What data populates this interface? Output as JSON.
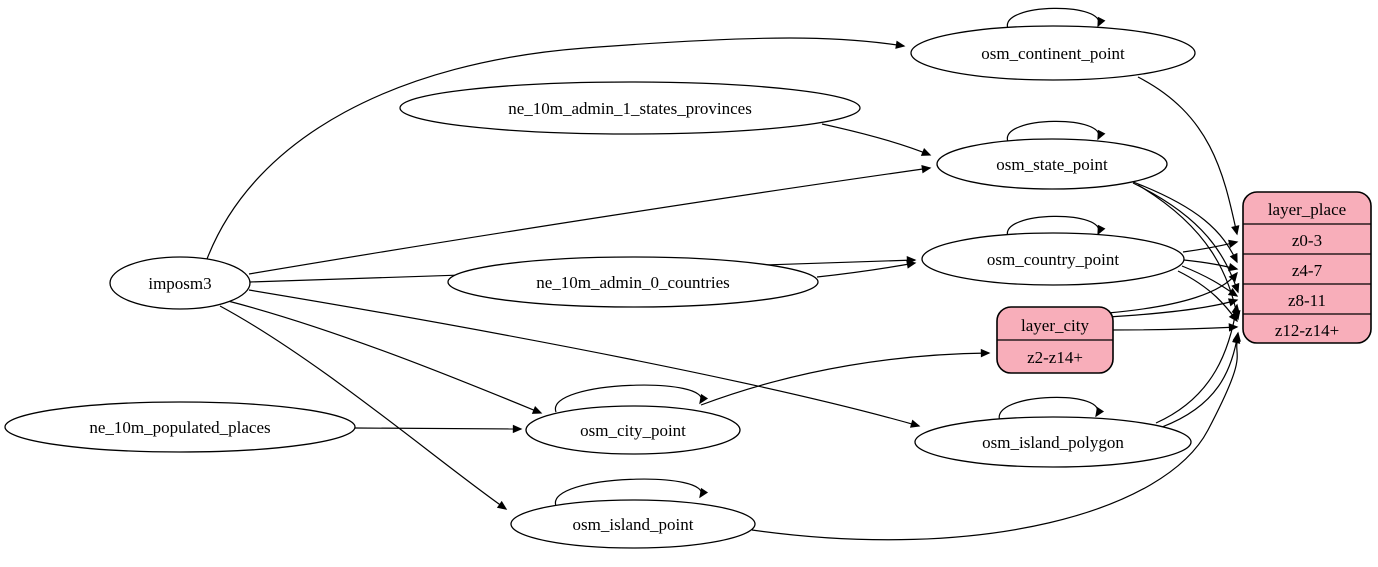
{
  "diagram": {
    "title": "place layer ETL graph",
    "type": "directed-graph",
    "background_color": "#ffffff",
    "edge_color": "#000000",
    "table_node_fill": "#ffffff",
    "layer_node_fill": "#f8aeba",
    "nodes": {
      "imposm3": {
        "label": "imposm3",
        "shape": "ellipse"
      },
      "ne_10m_admin_1_states_provinces": {
        "label": "ne_10m_admin_1_states_provinces",
        "shape": "ellipse"
      },
      "ne_10m_admin_0_countries": {
        "label": "ne_10m_admin_0_countries",
        "shape": "ellipse"
      },
      "ne_10m_populated_places": {
        "label": "ne_10m_populated_places",
        "shape": "ellipse"
      },
      "osm_continent_point": {
        "label": "osm_continent_point",
        "shape": "ellipse"
      },
      "osm_state_point": {
        "label": "osm_state_point",
        "shape": "ellipse"
      },
      "osm_country_point": {
        "label": "osm_country_point",
        "shape": "ellipse"
      },
      "osm_city_point": {
        "label": "osm_city_point",
        "shape": "ellipse"
      },
      "osm_island_point": {
        "label": "osm_island_point",
        "shape": "ellipse"
      },
      "osm_island_polygon": {
        "label": "osm_island_polygon",
        "shape": "ellipse"
      },
      "layer_place": {
        "title": "layer_place",
        "rows": [
          "z0-3",
          "z4-7",
          "z8-11",
          "z12-z14+"
        ],
        "shape": "record"
      },
      "layer_city": {
        "title": "layer_city",
        "rows": [
          "z2-z14+"
        ],
        "shape": "record"
      }
    },
    "edges": [
      {
        "from": "imposm3",
        "to": "osm_continent_point"
      },
      {
        "from": "imposm3",
        "to": "osm_state_point"
      },
      {
        "from": "imposm3",
        "to": "osm_country_point"
      },
      {
        "from": "imposm3",
        "to": "osm_city_point"
      },
      {
        "from": "imposm3",
        "to": "osm_island_point"
      },
      {
        "from": "imposm3",
        "to": "osm_island_polygon"
      },
      {
        "from": "ne_10m_admin_1_states_provinces",
        "to": "osm_state_point"
      },
      {
        "from": "ne_10m_admin_0_countries",
        "to": "osm_country_point"
      },
      {
        "from": "ne_10m_populated_places",
        "to": "osm_city_point"
      },
      {
        "from": "osm_continent_point",
        "to": "osm_continent_point",
        "kind": "self-loop"
      },
      {
        "from": "osm_state_point",
        "to": "osm_state_point",
        "kind": "self-loop"
      },
      {
        "from": "osm_country_point",
        "to": "osm_country_point",
        "kind": "self-loop"
      },
      {
        "from": "osm_city_point",
        "to": "osm_city_point",
        "kind": "self-loop"
      },
      {
        "from": "osm_island_point",
        "to": "osm_island_point",
        "kind": "self-loop"
      },
      {
        "from": "osm_island_polygon",
        "to": "osm_island_polygon",
        "kind": "self-loop"
      },
      {
        "from": "osm_continent_point",
        "to": "layer_place",
        "to_row": "z0-3"
      },
      {
        "from": "osm_country_point",
        "to": "layer_place",
        "to_row": "z0-3"
      },
      {
        "from": "osm_country_point",
        "to": "layer_place",
        "to_row": "z4-7"
      },
      {
        "from": "osm_country_point",
        "to": "layer_place",
        "to_row": "z8-11"
      },
      {
        "from": "osm_country_point",
        "to": "layer_place",
        "to_row": "z12-z14+"
      },
      {
        "from": "osm_state_point",
        "to": "layer_place",
        "to_row": "z4-7"
      },
      {
        "from": "osm_state_point",
        "to": "layer_place",
        "to_row": "z8-11"
      },
      {
        "from": "osm_state_point",
        "to": "layer_place",
        "to_row": "z12-z14+"
      },
      {
        "from": "osm_city_point",
        "to": "layer_city",
        "to_row": "z2-z14+"
      },
      {
        "from": "osm_city_point",
        "to": "layer_place",
        "to_row": "z4-7"
      },
      {
        "from": "osm_city_point",
        "to": "layer_place",
        "to_row": "z8-11"
      },
      {
        "from": "osm_city_point",
        "to": "layer_place",
        "to_row": "z12-z14+"
      },
      {
        "from": "osm_island_polygon",
        "to": "layer_place",
        "to_row": "z8-11"
      },
      {
        "from": "osm_island_polygon",
        "to": "layer_place",
        "to_row": "z12-z14+"
      },
      {
        "from": "osm_island_point",
        "to": "layer_place",
        "to_row": "z12-z14+"
      }
    ]
  }
}
